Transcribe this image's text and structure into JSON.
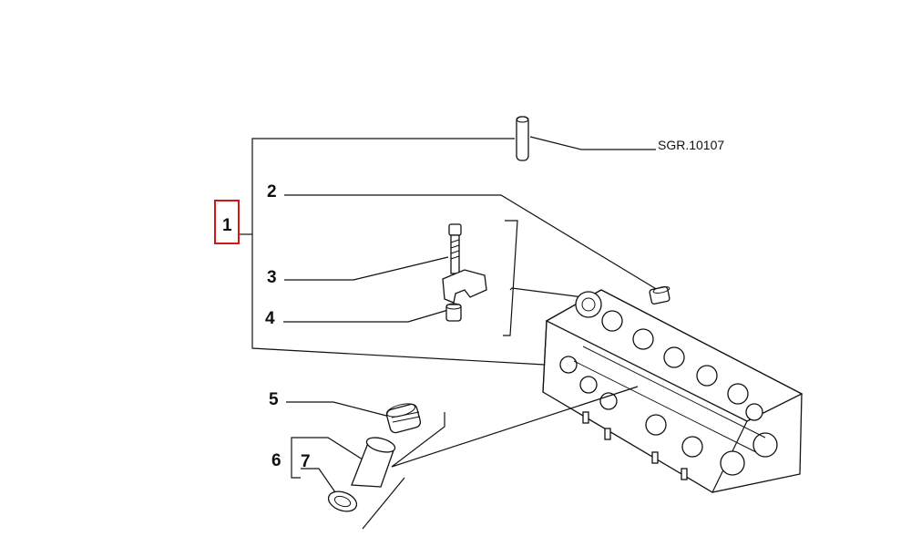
{
  "diagram": {
    "ref_code": "SGR.10107",
    "callouts": [
      {
        "id": "1",
        "label": "1",
        "highlighted": true
      },
      {
        "id": "2",
        "label": "2"
      },
      {
        "id": "3",
        "label": "3"
      },
      {
        "id": "4",
        "label": "4"
      },
      {
        "id": "5",
        "label": "5"
      },
      {
        "id": "6",
        "label": "6"
      },
      {
        "id": "7",
        "label": "7"
      }
    ],
    "colors": {
      "highlight": "#d01818",
      "line": "#111111"
    }
  }
}
